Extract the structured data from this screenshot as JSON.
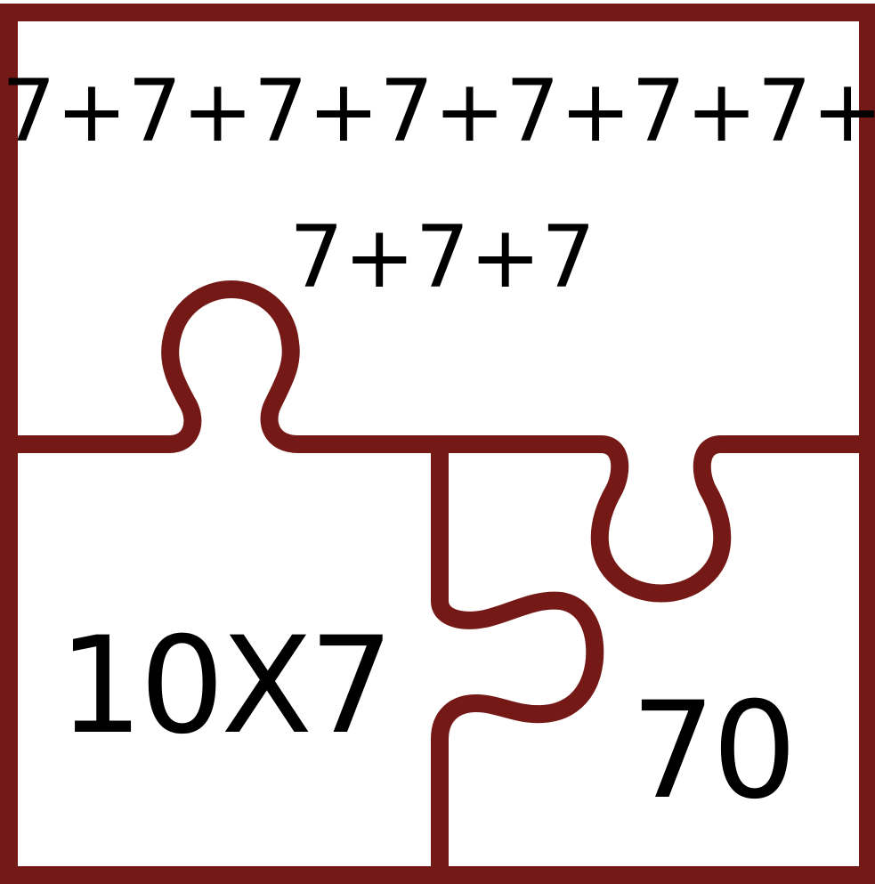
{
  "colors": {
    "outline": "#751916",
    "text": "#000000",
    "background": "#ffffff"
  },
  "pieces": {
    "top": {
      "line1": "7+7+7+7+7+7+7+",
      "line2": "7+7+7"
    },
    "bottom_left": {
      "text": "10X7"
    },
    "bottom_right": {
      "text": "70"
    }
  }
}
